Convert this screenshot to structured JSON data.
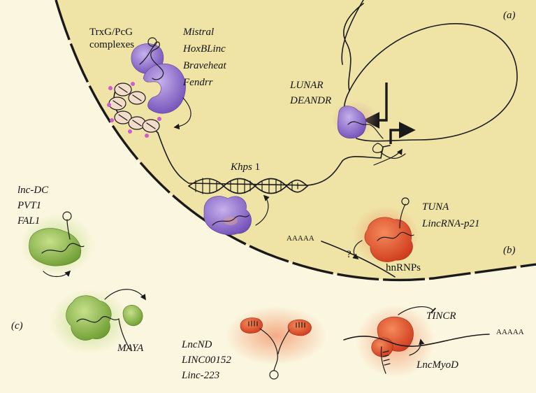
{
  "panels": {
    "a": "(a)",
    "b": "(b)",
    "c": "(c)"
  },
  "nucleus": {
    "trxg_label": [
      "TrxG/PcG",
      "complexes"
    ],
    "trxg_lncrnas": [
      "Mistral",
      "HoxBLinc",
      "Braveheat",
      "Fendrr"
    ],
    "lunar_lncrnas": [
      "LUNAR",
      "DEANDR"
    ],
    "khps": [
      "Khps",
      "1"
    ],
    "tuna_lncrnas": [
      "TUNA",
      "LincRNA-p21"
    ],
    "hnrnp_label": "hnRNPs",
    "question": "?",
    "polya": "AAAAA"
  },
  "cytoplasm": {
    "lncdc_group": [
      "lnc-DC",
      "PVT1",
      "FAL1"
    ],
    "maya": "MAYA",
    "lncnd_group": [
      "LncND",
      "LINC00152",
      "Linc-223"
    ],
    "tincr": "TINCR",
    "lncmyod": "LncMyoD",
    "polya": "AAAAA"
  },
  "colors": {
    "background": "#fbf6df",
    "nucleus": "#efe4a6",
    "purple": "#8a64c8",
    "orange": "#e2502a",
    "green": "#8ab84a"
  }
}
